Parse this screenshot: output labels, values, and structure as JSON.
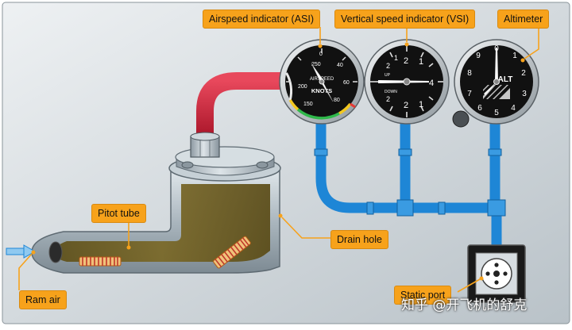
{
  "labels": {
    "asi": "Airspeed indicator (ASI)",
    "vsi": "Vertical speed indicator (VSI)",
    "altimeter": "Altimeter",
    "pitot_tube": "Pitot tube",
    "drain_hole": "Drain hole",
    "ram_air": "Ram air",
    "static_port": "Static port"
  },
  "asi_dial": {
    "scale": [
      "250",
      "200",
      "150",
      "40",
      "60",
      "80",
      "0"
    ],
    "face_text": [
      "AIRSPEED",
      "KNOTS"
    ]
  },
  "vsi_dial": {
    "scale": [
      "2",
      "1",
      "4",
      "2",
      "1",
      "2",
      "1",
      "2"
    ],
    "face_text": [
      "UP",
      "DOWN"
    ]
  },
  "alt_dial": {
    "scale": [
      "0",
      "1",
      "2",
      "3",
      "4",
      "5",
      "6",
      "7",
      "8",
      "9"
    ],
    "face_text": [
      "ALT"
    ]
  },
  "watermark": "知乎 @开飞机的舒克",
  "colors": {
    "callout": "#f7a21b",
    "pitot_line": "#d2233a",
    "static_line": "#1e86d6",
    "air_chamber": "#6b5a1e",
    "housing": "#a8b4bd"
  }
}
